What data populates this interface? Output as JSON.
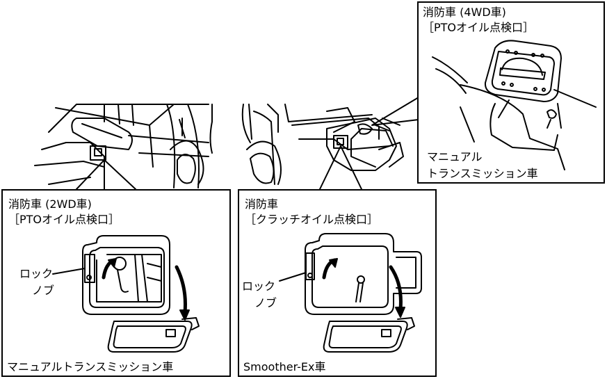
{
  "panel_4wd": {
    "title": "消防車 (4WD車)",
    "subtitle": "［PTOオイル点検口］",
    "caption_line1": "マニュアル",
    "caption_line2": "トランスミッション車"
  },
  "panel_2wd": {
    "title": "消防車 (2WD車)",
    "subtitle": "［PTOオイル点検口］",
    "knob_line1": "ロック",
    "knob_line2": "ノブ",
    "caption": "マニュアルトランスミッション車"
  },
  "panel_clutch": {
    "title": "消防車",
    "subtitle": "［クラッチオイル点検口］",
    "knob_line1": "ロック",
    "knob_line2": "ノブ",
    "caption": "Smoother-Ex車"
  }
}
